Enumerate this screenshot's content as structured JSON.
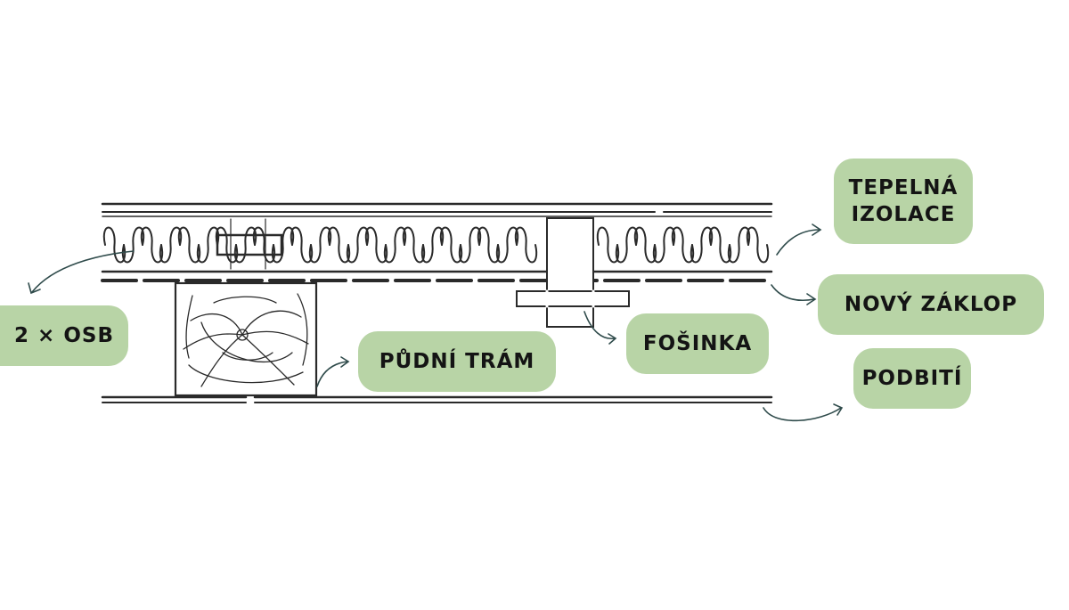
{
  "labels": {
    "insulation": "TEPELNÁ IZOLACE",
    "new_floor": "NOVÝ ZÁKLOP",
    "ceiling_boards": "PODBITÍ",
    "batten": "FOŠINKA",
    "attic_beam": "PŮDNÍ TRÁM",
    "osb": "2 × OSB"
  },
  "colors": {
    "label_bg": "#b8d4a6",
    "line": "#2a2a2a",
    "arrow": "#2f4b4b"
  }
}
